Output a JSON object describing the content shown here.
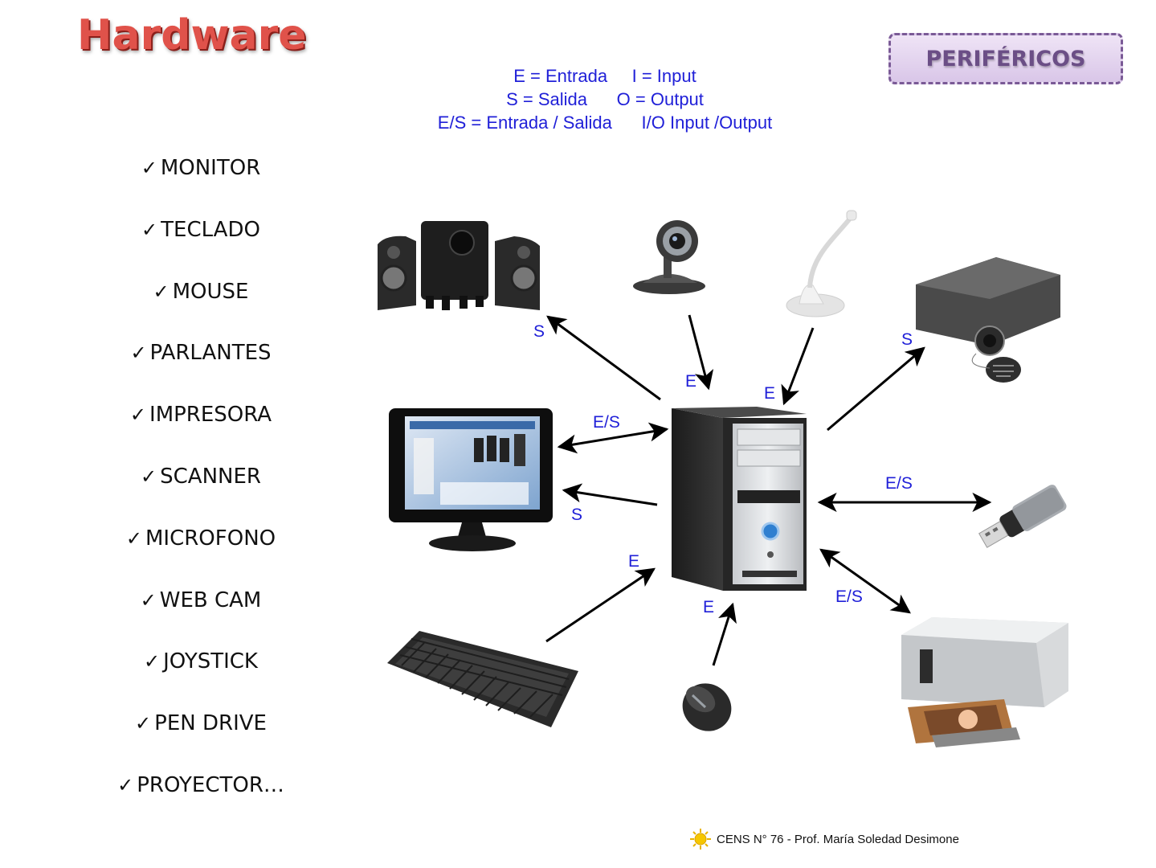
{
  "title": "Hardware",
  "badge": "PERIFÉRICOS",
  "legend": [
    "E = Entrada     I = Input",
    "S = Salida      O = Output",
    "E/S = Entrada / Salida      I/O Input /Output"
  ],
  "check_glyph": "✓",
  "list_items": [
    "MONITOR",
    "TECLADO",
    "MOUSE",
    "PARLANTES",
    "IMPRESORA",
    "SCANNER",
    "MICROFONO",
    "WEB CAM",
    "JOYSTICK",
    "PEN DRIVE",
    "PROYECTOR…"
  ],
  "connections": [
    {
      "device": "speakers",
      "label": "S"
    },
    {
      "device": "webcam",
      "label": "E"
    },
    {
      "device": "microphone",
      "label": "E"
    },
    {
      "device": "projector",
      "label": "S"
    },
    {
      "device": "monitor",
      "label": "E/S"
    },
    {
      "device": "monitor",
      "label": "S"
    },
    {
      "device": "pen-drive",
      "label": "E/S"
    },
    {
      "device": "printer",
      "label": "E/S"
    },
    {
      "device": "keyboard",
      "label": "E"
    },
    {
      "device": "mouse",
      "label": "E"
    }
  ],
  "footer": "CENS N° 76 - Prof. María Soledad Desimone",
  "colors": {
    "title": "#e0524a",
    "legend": "#2020d8",
    "badge_bg": "#e6d8f0",
    "badge_border": "#7a5a96"
  }
}
